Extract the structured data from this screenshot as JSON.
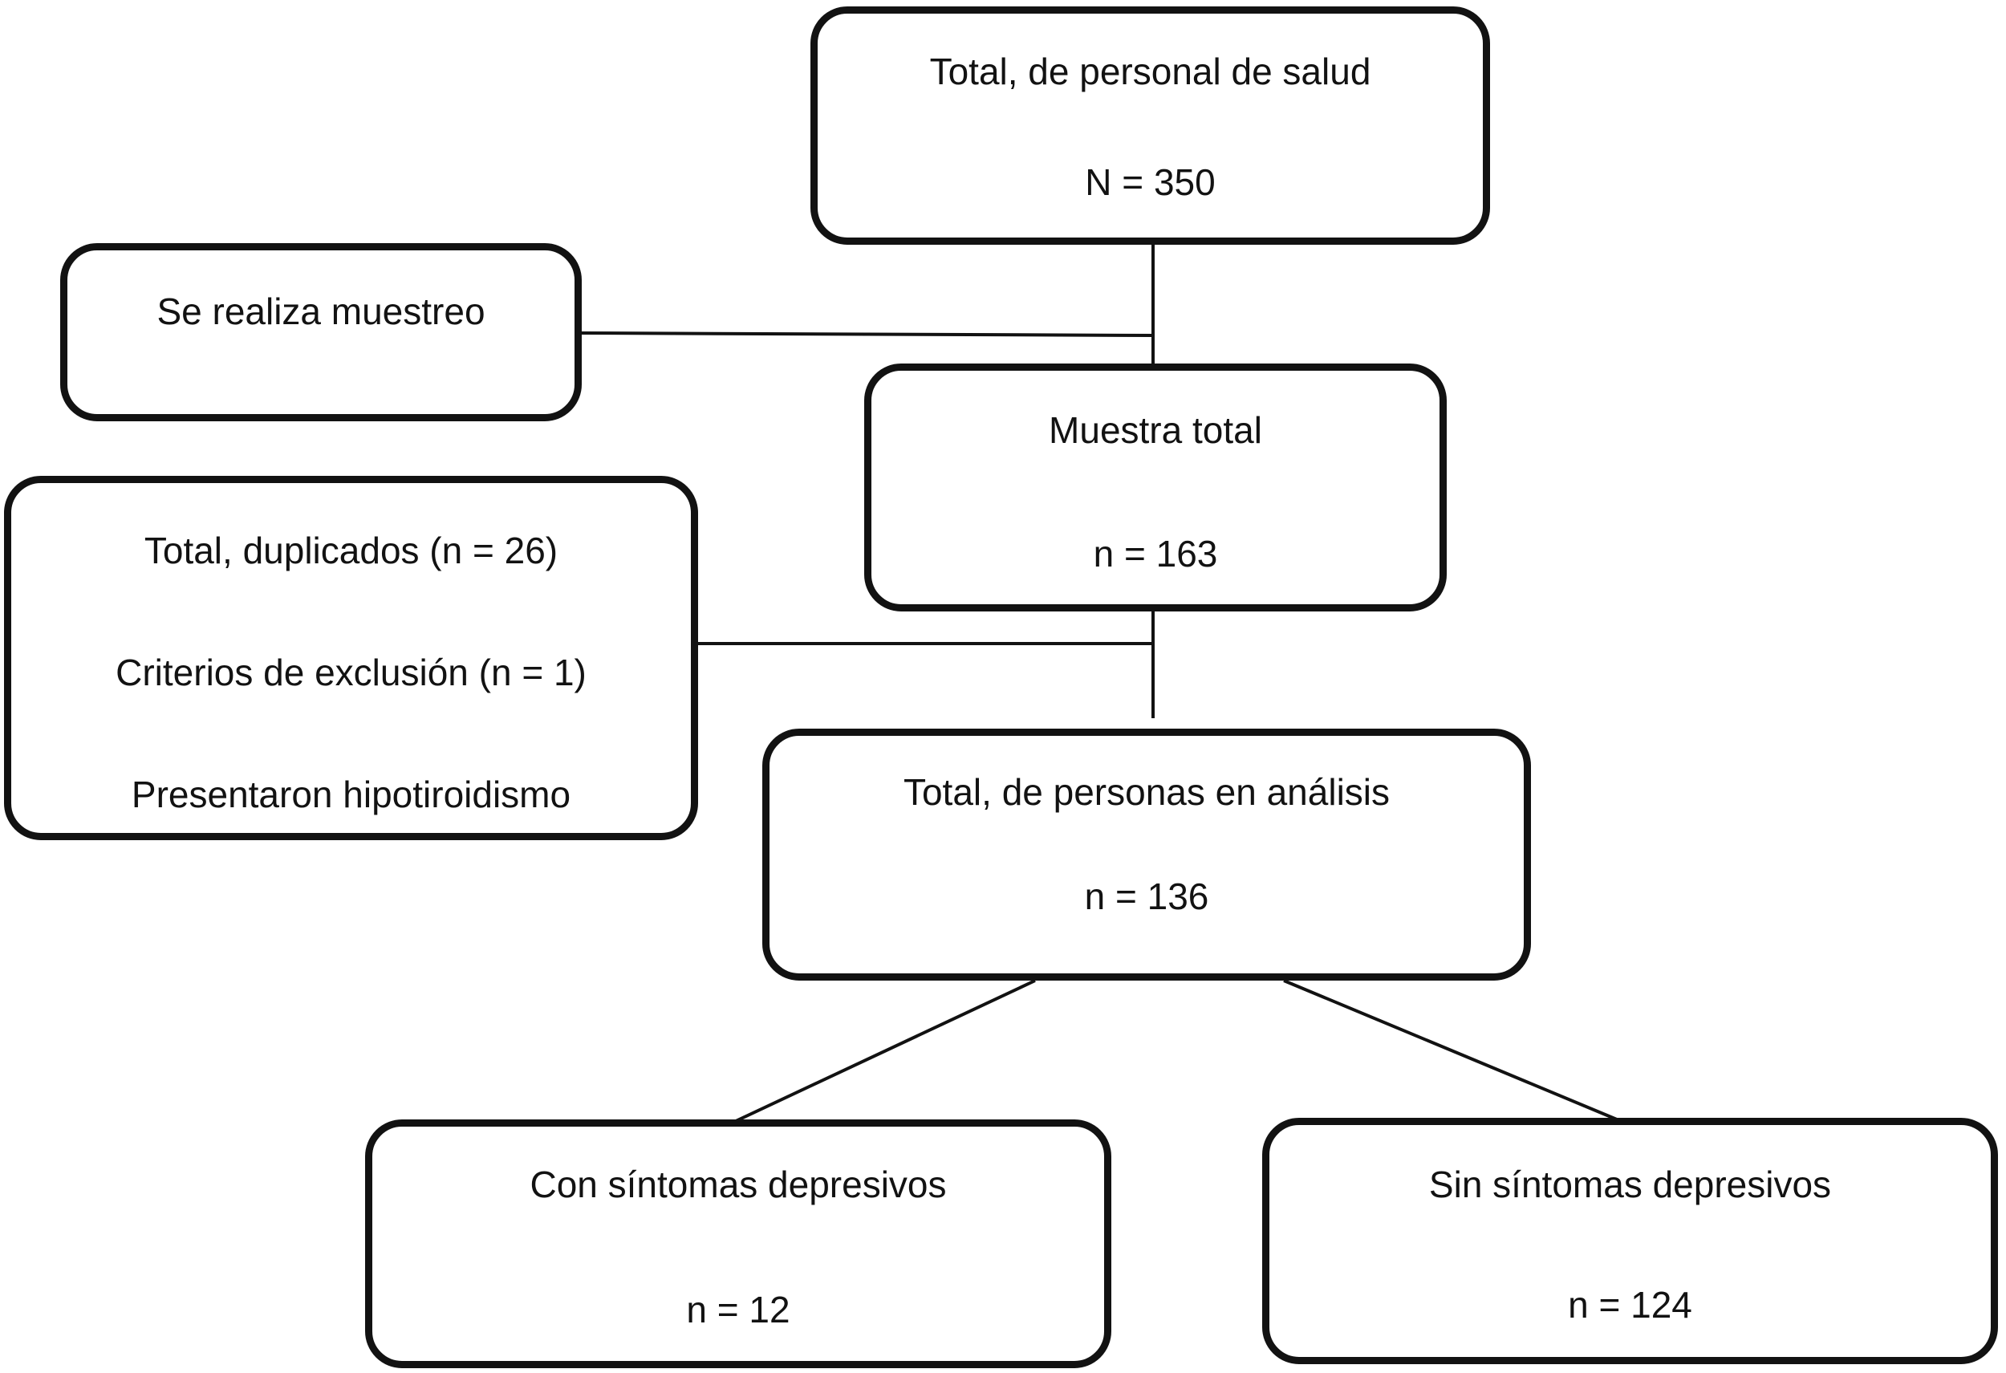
{
  "diagram": {
    "boxes": {
      "total_personal": {
        "label": "Total, de personal de salud",
        "count": "N = 350"
      },
      "muestreo": {
        "label": "Se realiza muestreo"
      },
      "exclusion": {
        "line1": "Total, duplicados (n = 26)",
        "line2": "Criterios de exclusión (n = 1)",
        "line3": "Presentaron hipotiroidismo"
      },
      "muestra_total": {
        "label": "Muestra total",
        "count": "n = 163"
      },
      "analisis": {
        "label": "Total, de personas en análisis",
        "count": "n = 136"
      },
      "con_sintomas": {
        "label": "Con síntomas depresivos",
        "count": "n = 12"
      },
      "sin_sintomas": {
        "label": "Sin síntomas depresivos",
        "count": "n = 124"
      }
    },
    "colors": {
      "box_border": "#121212",
      "box_fill": "#ffffff",
      "connector_line": "#121212",
      "text": "#121212",
      "page_background": "#ffffff"
    }
  }
}
